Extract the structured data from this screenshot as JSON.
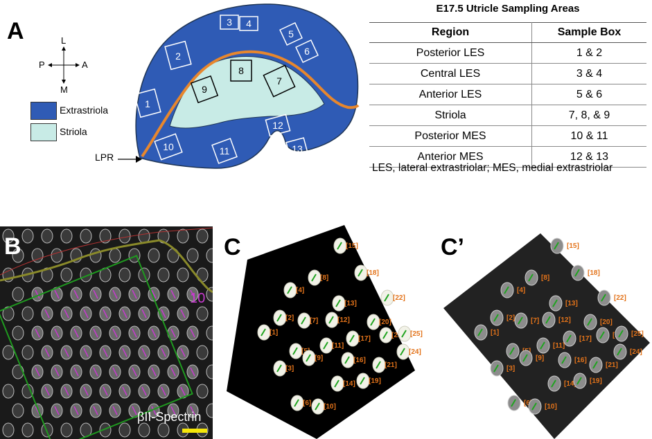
{
  "panel_labels": {
    "a": "A",
    "b": "B",
    "c": "C",
    "c_prime": "C’"
  },
  "compass": {
    "top": "L",
    "bottom": "M",
    "left": "P",
    "right": "A"
  },
  "legend": [
    {
      "label": "Extrastriola",
      "color": "#2f5bb5"
    },
    {
      "label": "Striola",
      "color": "#c8ebe6"
    }
  ],
  "lpr_label": "LPR",
  "diagram_boxes": [
    "1",
    "2",
    "3",
    "4",
    "5",
    "6",
    "7",
    "8",
    "9",
    "10",
    "11",
    "12",
    "13"
  ],
  "table": {
    "title": "E17.5 Utricle Sampling  Areas",
    "headers": [
      "Region",
      "Sample Box"
    ],
    "rows": [
      [
        "Posterior LES",
        "1 & 2"
      ],
      [
        "Central LES",
        "3 & 4"
      ],
      [
        "Anterior LES",
        "5 & 6"
      ],
      [
        "Striola",
        "7, 8, & 9"
      ],
      [
        "Posterior MES",
        "10 & 11"
      ],
      [
        "Anterior MES",
        "12 & 13"
      ]
    ],
    "footnote": "LES, lateral extrastriolar; MES, medial extrastriolar"
  },
  "panel_b": {
    "box_number": "10",
    "stain_label": "βII-Spectrin",
    "scale_bar_color": "#f5e60a"
  },
  "cell_labels": [
    "[1]",
    "[2]",
    "[3]",
    "[4]",
    "[5]",
    "[6]",
    "[7]",
    "[8]",
    "[9]",
    "[10]",
    "[11]",
    "[12]",
    "[13]",
    "[14]",
    "[15]",
    "[16]",
    "[17]",
    "[18]",
    "[19]",
    "[20]",
    "[21]",
    "[22]",
    "[23]",
    "[24]",
    "[25]"
  ],
  "colors": {
    "extrastriola": "#2f5bb5",
    "striola": "#c8ebe6",
    "lpr_line": "#e8872d",
    "label_orange": "#e3731a",
    "arrow_green": "#1fa31f"
  }
}
